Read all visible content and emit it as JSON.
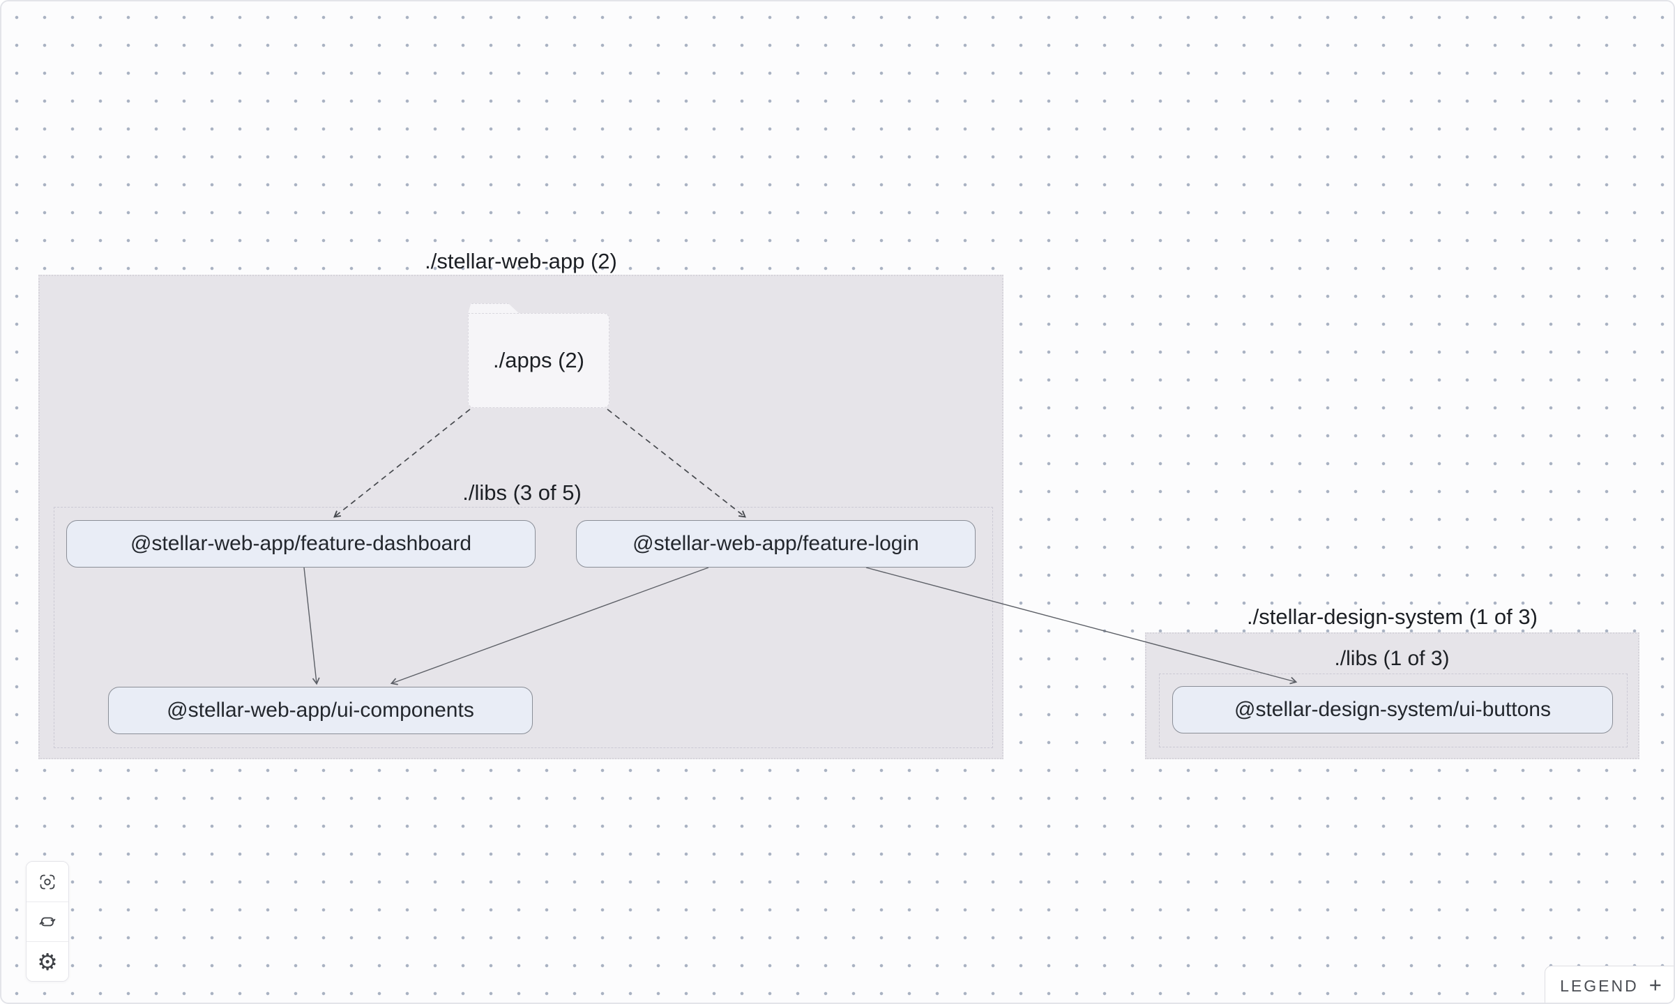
{
  "app": {
    "type": "dependency-graph-viewer"
  },
  "groups": {
    "web": {
      "label": "./stellar-web-app (2)",
      "apps_label": "./apps (2)",
      "libs_label": "./libs (3 of 5)"
    },
    "ds": {
      "label": "./stellar-design-system (1 of 3)",
      "libs_label": "./libs (1 of 3)"
    }
  },
  "nodes": {
    "feature_dashboard": {
      "label": "@stellar-web-app/feature-dashboard"
    },
    "feature_login": {
      "label": "@stellar-web-app/feature-login"
    },
    "ui_components": {
      "label": "@stellar-web-app/ui-components"
    },
    "ui_buttons": {
      "label": "@stellar-design-system/ui-buttons"
    }
  },
  "edges": [
    {
      "source": "./apps (2)",
      "target": "@stellar-web-app/feature-dashboard",
      "style": "dashed"
    },
    {
      "source": "./apps (2)",
      "target": "@stellar-web-app/feature-login",
      "style": "dashed"
    },
    {
      "source": "@stellar-web-app/feature-dashboard",
      "target": "@stellar-web-app/ui-components",
      "style": "solid"
    },
    {
      "source": "@stellar-web-app/feature-login",
      "target": "@stellar-web-app/ui-components",
      "style": "solid"
    },
    {
      "source": "@stellar-web-app/feature-login",
      "target": "@stellar-design-system/ui-buttons",
      "style": "solid"
    }
  ],
  "controls": {
    "buttons": [
      {
        "name": "focus",
        "icon": "focus-icon"
      },
      {
        "name": "refresh",
        "icon": "refresh-icon"
      },
      {
        "name": "settings",
        "icon": "gear-icon"
      }
    ]
  },
  "legend": {
    "label": "LEGEND",
    "expand_icon": "+"
  },
  "colors": {
    "canvas_bg": "#fcfcfd",
    "dot_grid": "#a9b2c2",
    "group_fill": "#e6e4e9",
    "group_border": "#d6d4db",
    "libs_border": "#cbc9d4",
    "node_fill": "#e9edf6",
    "node_border": "#8a8e97",
    "folder_fill": "#f6f5f8",
    "edge_dashed": "#46494e",
    "edge_solid": "#5c5f66",
    "text": "#1c1f24"
  }
}
